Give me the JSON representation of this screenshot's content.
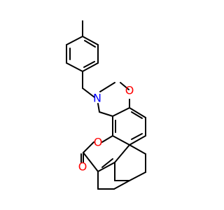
{
  "molecule": {
    "atom_labels": [
      {
        "id": "n1",
        "text": "N",
        "color": "#0000ff"
      },
      {
        "id": "o1",
        "text": "O",
        "color": "#ff0000"
      },
      {
        "id": "o2",
        "text": "O",
        "color": "#ff0000"
      },
      {
        "id": "o3",
        "text": "O",
        "color": "#ff0000"
      }
    ]
  }
}
